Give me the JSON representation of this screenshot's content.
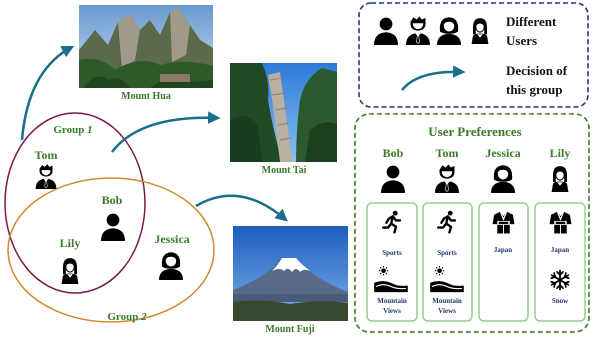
{
  "destinations": {
    "hua": {
      "name": "Mount Hua"
    },
    "tai": {
      "name": "Mount Tai"
    },
    "fuji": {
      "name": "Mount Fuji"
    }
  },
  "groups": {
    "g1": {
      "label": "Group ",
      "num": "1"
    },
    "g2": {
      "label": "Group ",
      "num": "2"
    }
  },
  "members": {
    "tom": "Tom",
    "bob": "Bob",
    "lily": "Lily",
    "jessica": "Jessica"
  },
  "legend": {
    "users_line1": "Different",
    "users_line2": "Users",
    "decision_line1": "Decision of",
    "decision_line2": "this group"
  },
  "prefs": {
    "title": "User Preferences",
    "users": [
      {
        "name": "Bob",
        "items": [
          {
            "label": "Sports",
            "icon": "running-icon"
          },
          {
            "label_1": "Mountain",
            "label_2": "Views",
            "icon": "mountain-sun-icon"
          }
        ]
      },
      {
        "name": "Tom",
        "items": [
          {
            "label": "Sports",
            "icon": "running-icon"
          },
          {
            "label_1": "Mountain",
            "label_2": "Views",
            "icon": "mountain-sun-icon"
          }
        ]
      },
      {
        "name": "Jessica",
        "items": [
          {
            "label": "Japan",
            "icon": "kimono-icon"
          }
        ]
      },
      {
        "name": "Lily",
        "items": [
          {
            "label": "Japan",
            "icon": "kimono-icon"
          },
          {
            "label": "Snow",
            "icon": "snowflake-icon"
          }
        ]
      }
    ]
  },
  "colors": {
    "green": "#3a7a2a",
    "navy": "#1e3a6e",
    "arrow": "#1a6e8a",
    "group1": "#7a1a4a",
    "group2": "#d08a2a"
  }
}
